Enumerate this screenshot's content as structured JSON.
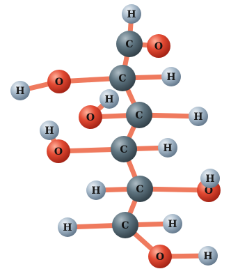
{
  "atoms": [
    {
      "id": "c1",
      "element": "C",
      "label": "C"
    },
    {
      "id": "c2",
      "element": "C",
      "label": "C"
    },
    {
      "id": "c3",
      "element": "C",
      "label": "C"
    },
    {
      "id": "c4",
      "element": "C",
      "label": "C"
    },
    {
      "id": "c5",
      "element": "C",
      "label": "C"
    },
    {
      "id": "c6",
      "element": "C",
      "label": "C"
    },
    {
      "id": "o1",
      "element": "O",
      "label": "O"
    },
    {
      "id": "o2",
      "element": "O",
      "label": "O"
    },
    {
      "id": "o3",
      "element": "O",
      "label": "O"
    },
    {
      "id": "o4",
      "element": "O",
      "label": "O"
    },
    {
      "id": "o5",
      "element": "O",
      "label": "O"
    },
    {
      "id": "o6",
      "element": "O",
      "label": "O"
    },
    {
      "id": "h1",
      "element": "H",
      "label": "H"
    },
    {
      "id": "h2",
      "element": "H",
      "label": "H"
    },
    {
      "id": "h3",
      "element": "H",
      "label": "H"
    },
    {
      "id": "h4",
      "element": "H",
      "label": "H"
    },
    {
      "id": "h5",
      "element": "H",
      "label": "H"
    },
    {
      "id": "h6",
      "element": "H",
      "label": "H"
    },
    {
      "id": "h7",
      "element": "H",
      "label": "H"
    },
    {
      "id": "h8",
      "element": "H",
      "label": "H"
    },
    {
      "id": "h9",
      "element": "H",
      "label": "H"
    },
    {
      "id": "h10",
      "element": "H",
      "label": "H"
    },
    {
      "id": "h11",
      "element": "H",
      "label": "H"
    },
    {
      "id": "h12",
      "element": "H",
      "label": "H"
    }
  ],
  "bonds": [
    [
      "c1",
      "h1"
    ],
    [
      "c1",
      "o1"
    ],
    [
      "c1",
      "c2"
    ],
    [
      "c2",
      "o2"
    ],
    [
      "c2",
      "h2"
    ],
    [
      "o2",
      "h3"
    ],
    [
      "c2",
      "c3"
    ],
    [
      "c3",
      "o3"
    ],
    [
      "c3",
      "h4"
    ],
    [
      "o3",
      "h5"
    ],
    [
      "c3",
      "c4"
    ],
    [
      "c4",
      "o4"
    ],
    [
      "c4",
      "h6"
    ],
    [
      "o4",
      "h7"
    ],
    [
      "c4",
      "c5"
    ],
    [
      "c5",
      "h8"
    ],
    [
      "c5",
      "o5"
    ],
    [
      "o5",
      "h9"
    ],
    [
      "c5",
      "c6"
    ],
    [
      "c6",
      "h10"
    ],
    [
      "c6",
      "h11"
    ],
    [
      "c6",
      "o6"
    ],
    [
      "o6",
      "h12"
    ]
  ],
  "colors": {
    "carbon": "#5a6f7a",
    "oxygen": "#e34a33",
    "hydrogen": "#9fb2c3",
    "bond": "#ef7a5e",
    "label_light": "#1a1a1a",
    "label_dark": "#111111"
  }
}
